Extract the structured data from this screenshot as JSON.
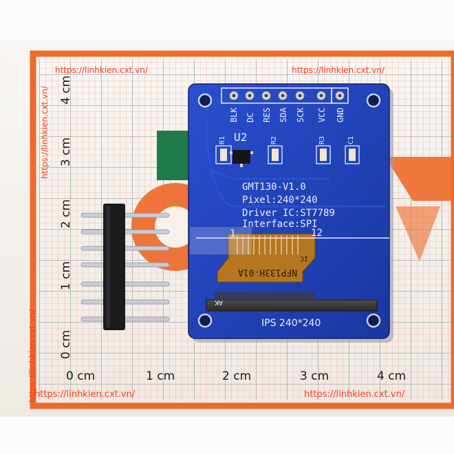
{
  "watermark": {
    "url_top_left": "https://linhkien.cxt.vn/",
    "url_top_right": "https://linhkien.cxt.vn/",
    "url_bottom_left": "https://linhkien.cxt.vn/",
    "url_bottom_right": "https://linhkien.cxt.vn/",
    "url_left_upper": "https://linhkien.cxt.vn/",
    "url_left_lower": "https://linhkien.cxt.vn/"
  },
  "ruler": {
    "y_labels": [
      "4 cm",
      "3 cm",
      "2 cm",
      "1 cm",
      "0 cm"
    ],
    "x_labels": [
      "0 cm",
      "1 cm",
      "2 cm",
      "3 cm",
      "4 cm"
    ]
  },
  "board": {
    "pins": [
      "BLK",
      "DC",
      "RES",
      "SDA",
      "SCK",
      "VCC",
      "GND"
    ],
    "u2": "U2",
    "r1": "R1",
    "r2": "R2",
    "r3": "R3",
    "c1": "C1",
    "model": "GMT130-V1.0",
    "pixel": "Pixel:240*240",
    "driver": "Driver IC:ST7789",
    "interface": "Interface:SPI",
    "flex_1": "1",
    "flex_12": "12",
    "fpc_code": "NFP133H-01A",
    "ic_mark": "IC",
    "ak_mark": "AK",
    "ips_label": "IPS 240*240"
  },
  "colors": {
    "pcb_blue": "#1d3fb5",
    "orange": "#ee6a2a",
    "watermark_red": "#ff3b1f",
    "fpc_copper": "#b5761f"
  }
}
